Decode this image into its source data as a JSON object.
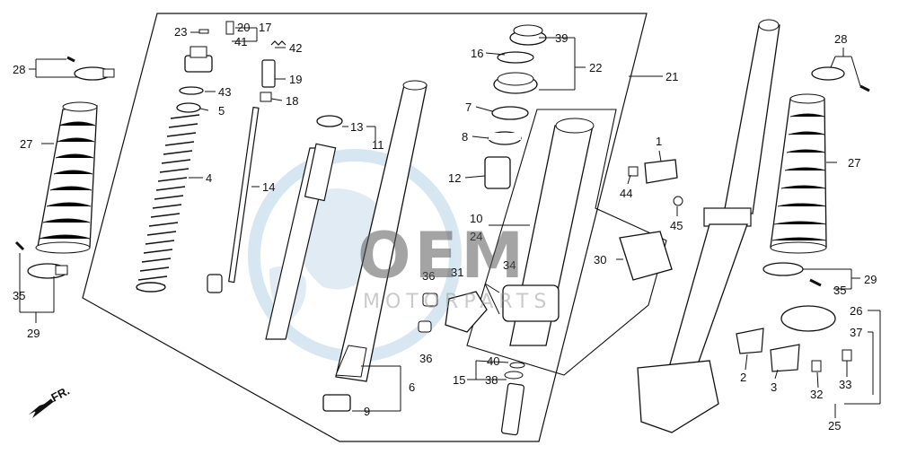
{
  "diagram": {
    "labels": {
      "l1": "1",
      "l2": "2",
      "l3": "3",
      "l4": "4",
      "l5": "5",
      "l6": "6",
      "l7": "7",
      "l8": "8",
      "l9": "9",
      "l10": "10",
      "l11": "11",
      "l12": "12",
      "l13": "13",
      "l14": "14",
      "l15": "15",
      "l16": "16",
      "l17": "17",
      "l18": "18",
      "l19": "19",
      "l20": "20",
      "l21": "21",
      "l22": "22",
      "l23": "23",
      "l24": "24",
      "l25": "25",
      "l26": "26",
      "l27a": "27",
      "l27b": "27",
      "l28a": "28",
      "l28b": "28",
      "l29a": "29",
      "l29b": "29",
      "l30": "30",
      "l31": "31",
      "l32": "32",
      "l33": "33",
      "l34": "34",
      "l35a": "35",
      "l35b": "35",
      "l36a": "36",
      "l36b": "36",
      "l37": "37",
      "l38": "38",
      "l39": "39",
      "l40": "40",
      "l41": "41",
      "l42": "42",
      "l43": "43",
      "l44": "44",
      "l45": "45"
    },
    "direction_label": "FR.",
    "watermark": {
      "logo": "OEM",
      "subtitle": "MOTORPARTS"
    }
  },
  "colors": {
    "line": "#111111",
    "watermark_blue": "#b8d4e8",
    "watermark_gray": "#6a6a6a"
  }
}
